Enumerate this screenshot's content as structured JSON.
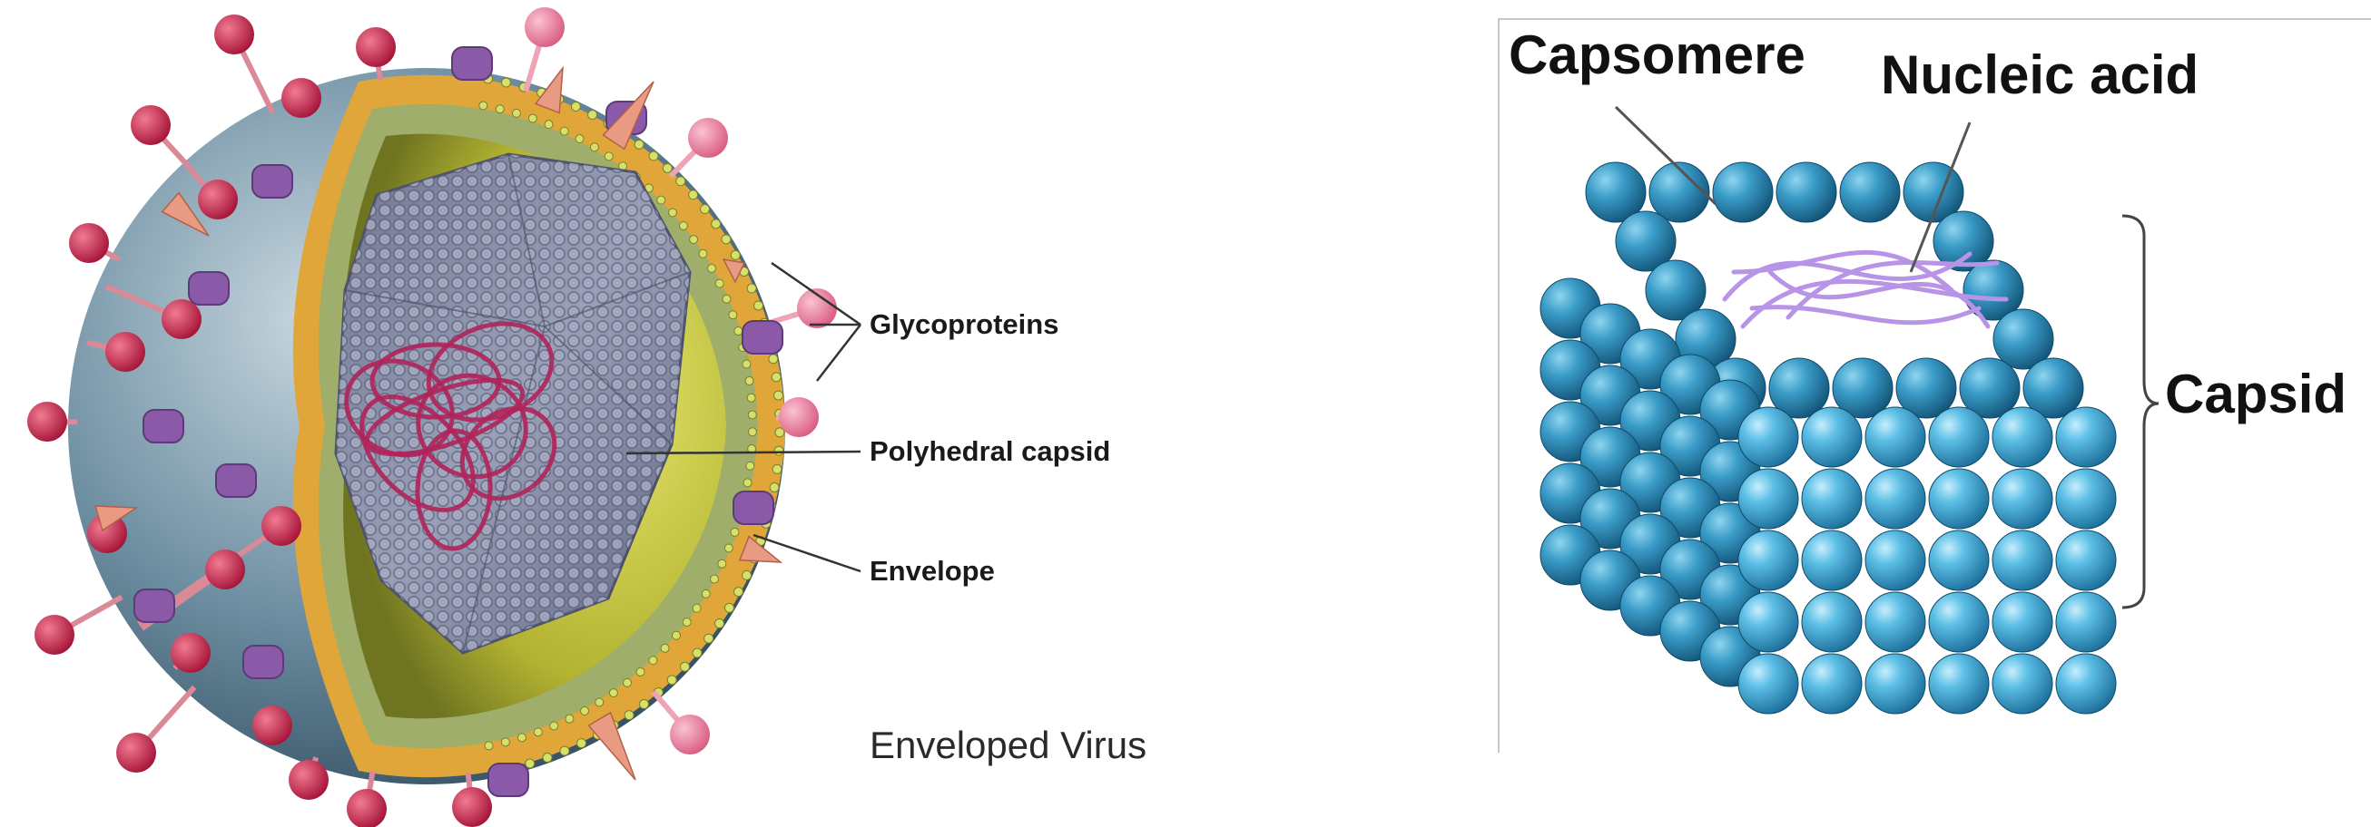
{
  "left_figure": {
    "labels": {
      "glycoproteins": "Glycoproteins",
      "polyhedral_capsid": "Polyhedral capsid",
      "envelope": "Envelope"
    },
    "caption": "Enveloped Virus",
    "colors": {
      "envelope_outer": "#5a7a8c",
      "lipid_layer": "#e0a63a",
      "matrix": "#b7b83a",
      "capsid": "#8a8fa8",
      "nucleic_acid": "#b0245a",
      "spike_head": "#c8244a",
      "pink_head": "#e87a9a",
      "purple_protein": "#8a5aa8",
      "cone_spike": "#e89a82"
    }
  },
  "right_figure": {
    "labels": {
      "capsomere": "Capsomere",
      "nucleic_acid": "Nucleic acid",
      "capsid": "Capsid"
    },
    "colors": {
      "capsomere": "#3aa4d4",
      "capsomere_highlight": "#a6e0f6",
      "nucleic_acid": "#b894e6"
    }
  }
}
